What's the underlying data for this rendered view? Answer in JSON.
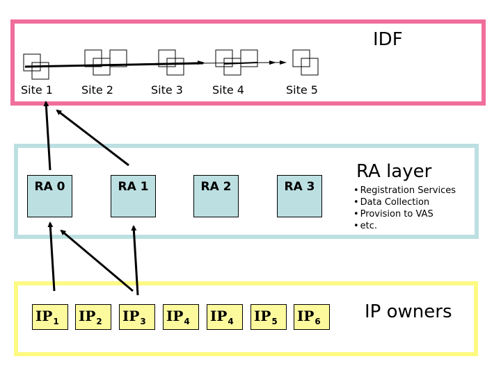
{
  "layers": {
    "idf": {
      "title": "IDF",
      "color": "#f06e9b"
    },
    "ra": {
      "title": "RA layer",
      "color": "#bcdfe2",
      "bullets": [
        "Registration Services",
        "Data Collection",
        "Provision to VAS",
        "etc."
      ]
    },
    "ip": {
      "title": "IP owners",
      "color": "#fdfa83"
    }
  },
  "sites": [
    {
      "label": "Site 1"
    },
    {
      "label": "Site 2"
    },
    {
      "label": "Site 3"
    },
    {
      "label": "Site 4"
    },
    {
      "label": "Site 5"
    }
  ],
  "ras": [
    {
      "label": "RA 0"
    },
    {
      "label": "RA 1"
    },
    {
      "label": "RA 2"
    },
    {
      "label": "RA 3"
    }
  ],
  "ips": [
    {
      "label": "IP",
      "sub": "1"
    },
    {
      "label": "IP",
      "sub": "2"
    },
    {
      "label": "IP",
      "sub": "3"
    },
    {
      "label": "IP",
      "sub": "4"
    },
    {
      "label": "IP",
      "sub": "4"
    },
    {
      "label": "IP",
      "sub": "5"
    },
    {
      "label": "IP",
      "sub": "6"
    }
  ],
  "connections": [
    {
      "from": "RA 0",
      "to": "Site 1"
    },
    {
      "from": "RA 1",
      "to": "Site 1"
    },
    {
      "from": "IP1",
      "to": "RA 0"
    },
    {
      "from": "IP3",
      "to": "RA 0"
    },
    {
      "from": "IP3",
      "to": "RA 1"
    }
  ]
}
